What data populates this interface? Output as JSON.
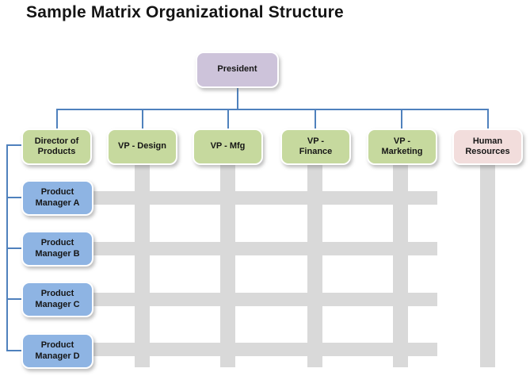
{
  "title": "Sample Matrix Organizational Structure",
  "colors": {
    "president_fill": "#cdc3da",
    "vp_fill": "#c6d99e",
    "hr_fill": "#f2dddc",
    "pm_fill": "#8eb4e3",
    "connector": "#4f81bd",
    "matrix_bar": "#d9d9d9",
    "box_border": "#ffffff",
    "box_text": "#161616"
  },
  "org": {
    "president": {
      "label": "President"
    },
    "top_row": [
      {
        "label": "Director of\nProducts"
      },
      {
        "label": "VP - Design"
      },
      {
        "label": "VP - Mfg"
      },
      {
        "label": "VP -\nFinance"
      },
      {
        "label": "VP -\nMarketing"
      },
      {
        "label": "Human\nResources"
      }
    ],
    "product_managers": [
      {
        "label": "Product\nManager A"
      },
      {
        "label": "Product\nManager B"
      },
      {
        "label": "Product\nManager C"
      },
      {
        "label": "Product\nManager D"
      }
    ]
  }
}
